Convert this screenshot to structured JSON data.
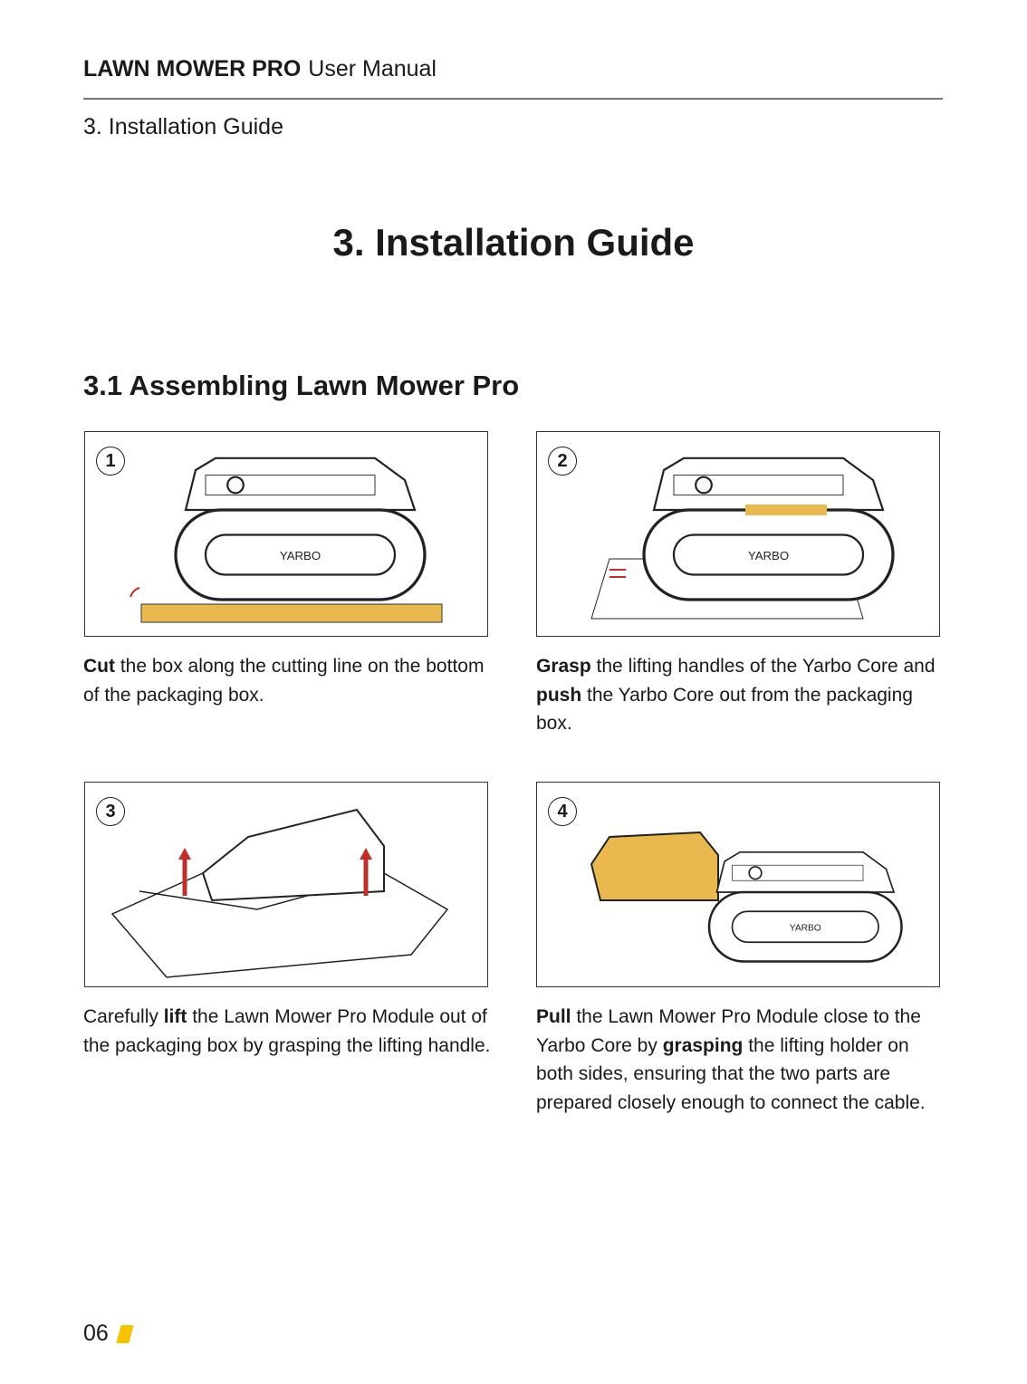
{
  "header": {
    "product": "LAWN MOWER PRO",
    "subtitle": "User Manual"
  },
  "breadcrumb": "3. Installation Guide",
  "title": "3. Installation Guide",
  "section": "3.1 Assembling Lawn Mower Pro",
  "steps": [
    {
      "number": "1",
      "parts": [
        {
          "b": "Cut"
        },
        {
          "t": " the box along the cutting line on the bottom of the packaging box."
        }
      ]
    },
    {
      "number": "2",
      "parts": [
        {
          "b": "Grasp"
        },
        {
          "t": " the lifting handles of the Yarbo Core and "
        },
        {
          "b": "push"
        },
        {
          "t": " the Yarbo Core out from the packaging box."
        }
      ]
    },
    {
      "number": "3",
      "parts": [
        {
          "t": "Carefully "
        },
        {
          "b": "lift"
        },
        {
          "t": " the Lawn Mower Pro Module out of the packaging box by grasping the lifting handle."
        }
      ]
    },
    {
      "number": "4",
      "parts": [
        {
          "b": "Pull"
        },
        {
          "t": " the Lawn Mower Pro Module close to the Yarbo Core by "
        },
        {
          "b": "grasping"
        },
        {
          "t": " the lifting holder on both sides, ensuring that the two parts are prepared closely enough to connect the cable."
        }
      ]
    }
  ],
  "illustration_label": "YARBO",
  "page_number": "06",
  "colors": {
    "accent": "#f5c400",
    "highlight": "#e9b94f",
    "arrow": "#c0302b"
  }
}
